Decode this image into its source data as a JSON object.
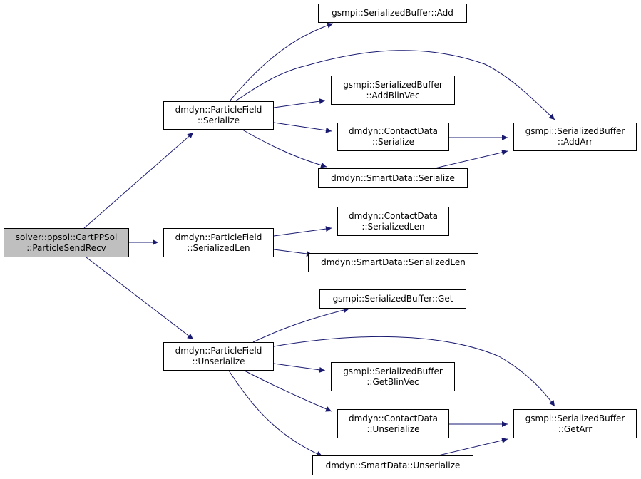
{
  "colors": {
    "edge": "#191970",
    "root_fill": "#bfbfbf",
    "node_fill": "#ffffff",
    "border": "#000000"
  },
  "nodes": {
    "root": {
      "line1": "solver::ppsol::CartPPSol",
      "line2": "::ParticleSendRecv"
    },
    "pf_serialize": {
      "line1": "dmdyn::ParticleField",
      "line2": "::Serialize"
    },
    "pf_serializedlen": {
      "line1": "dmdyn::ParticleField",
      "line2": "::SerializedLen"
    },
    "pf_unserialize": {
      "line1": "dmdyn::ParticleField",
      "line2": "::Unserialize"
    },
    "sb_add": {
      "line1": "gsmpi::SerializedBuffer::Add"
    },
    "sb_addblinvec": {
      "line1": "gsmpi::SerializedBuffer",
      "line2": "::AddBlinVec"
    },
    "cd_serialize": {
      "line1": "dmdyn::ContactData",
      "line2": "::Serialize"
    },
    "sd_serialize": {
      "line1": "dmdyn::SmartData::Serialize"
    },
    "sb_addarr": {
      "line1": "gsmpi::SerializedBuffer",
      "line2": "::AddArr"
    },
    "cd_serializedlen": {
      "line1": "dmdyn::ContactData",
      "line2": "::SerializedLen"
    },
    "sd_serializedlen": {
      "line1": "dmdyn::SmartData::SerializedLen"
    },
    "sb_get": {
      "line1": "gsmpi::SerializedBuffer::Get"
    },
    "sb_getblinvec": {
      "line1": "gsmpi::SerializedBuffer",
      "line2": "::GetBlinVec"
    },
    "cd_unserialize": {
      "line1": "dmdyn::ContactData",
      "line2": "::Unserialize"
    },
    "sd_unserialize": {
      "line1": "dmdyn::SmartData::Unserialize"
    },
    "sb_getarr": {
      "line1": "gsmpi::SerializedBuffer",
      "line2": "::GetArr"
    }
  },
  "edges": [
    {
      "from": "root",
      "to": "pf_serialize"
    },
    {
      "from": "root",
      "to": "pf_serializedlen"
    },
    {
      "from": "root",
      "to": "pf_unserialize"
    },
    {
      "from": "pf_serialize",
      "to": "sb_add"
    },
    {
      "from": "pf_serialize",
      "to": "sb_addarr"
    },
    {
      "from": "pf_serialize",
      "to": "sb_addblinvec"
    },
    {
      "from": "pf_serialize",
      "to": "cd_serialize"
    },
    {
      "from": "pf_serialize",
      "to": "sd_serialize"
    },
    {
      "from": "cd_serialize",
      "to": "sb_addarr"
    },
    {
      "from": "sd_serialize",
      "to": "sb_addarr"
    },
    {
      "from": "pf_serializedlen",
      "to": "cd_serializedlen"
    },
    {
      "from": "pf_serializedlen",
      "to": "sd_serializedlen"
    },
    {
      "from": "pf_unserialize",
      "to": "sb_get"
    },
    {
      "from": "pf_unserialize",
      "to": "sb_getarr"
    },
    {
      "from": "pf_unserialize",
      "to": "sb_getblinvec"
    },
    {
      "from": "pf_unserialize",
      "to": "cd_unserialize"
    },
    {
      "from": "pf_unserialize",
      "to": "sd_unserialize"
    },
    {
      "from": "cd_unserialize",
      "to": "sb_getarr"
    },
    {
      "from": "sd_unserialize",
      "to": "sb_getarr"
    }
  ]
}
